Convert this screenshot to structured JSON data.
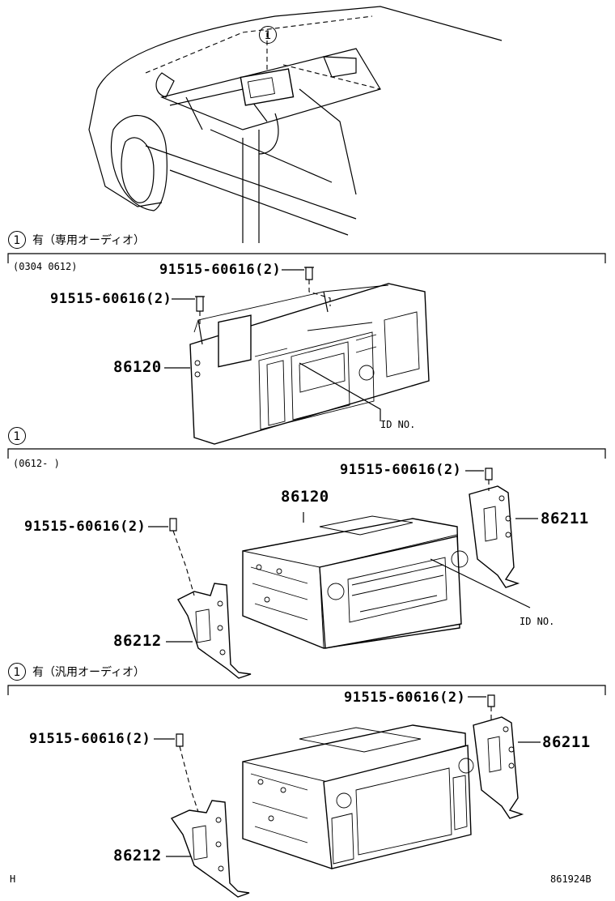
{
  "callout_marker": "1",
  "section1": {
    "header": "有（専用オーディオ）",
    "date_range": "(0304 0612)",
    "bolt_top": "91515-60616(2)",
    "bolt_left": "91515-60616(2)",
    "radio": "86120",
    "id_no": "ID NO."
  },
  "section2": {
    "date_range": "(0612-      )",
    "bolt_right": "91515-60616(2)",
    "bolt_left": "91515-60616(2)",
    "radio": "86120",
    "bracket_right": "86211",
    "bracket_left": "86212",
    "id_no": "ID NO."
  },
  "section3": {
    "header": "有（汎用オーディオ）",
    "bolt_right": "91515-60616(2)",
    "bolt_left": "91515-60616(2)",
    "bracket_right": "86211",
    "bracket_left": "86212"
  },
  "footer": {
    "left": "H",
    "code": "861924B"
  }
}
